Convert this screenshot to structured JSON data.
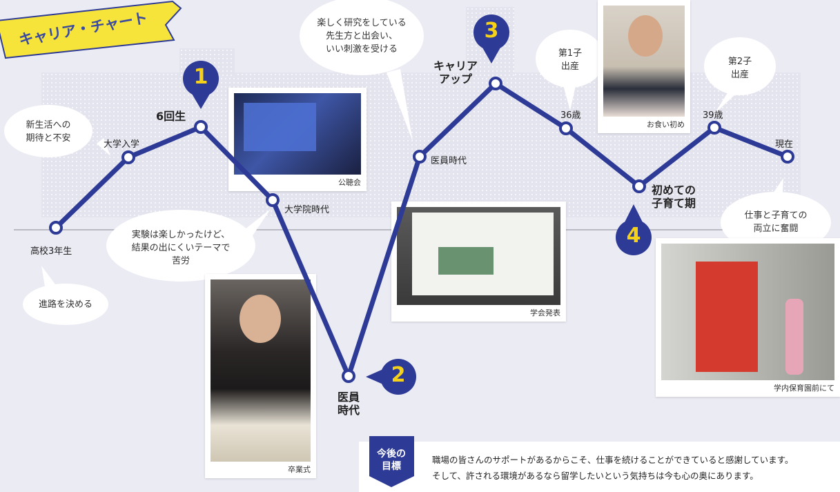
{
  "title": "キャリア・チャート",
  "colors": {
    "line": "#2d3a96",
    "yellow": "#f7e43a",
    "numeral": "#f5d118",
    "bg": "#ebebf4"
  },
  "steps": [
    "1",
    "2",
    "3",
    "4"
  ],
  "points": {
    "hs": "高校3年生",
    "uni": "大学入学",
    "sixth": "6回生",
    "grad": "大学院時代",
    "doctor_low": "医員\n時代",
    "doctor": "医員時代",
    "careerup": "キャリア\nアップ",
    "age36": "36歳",
    "childcare": "初めての\n子育て期",
    "age39": "39歳",
    "now": "現在"
  },
  "bubbles": {
    "newlife": "新生活への\n期待と不安",
    "career_path": "進路を決める",
    "experiment": "実験は楽しかったけど、\n結果の出にくいテーマで\n苦労",
    "research": "楽しく研究をしている\n先生方と出会い、\nいい刺激を受ける",
    "child1": "第1子\n出産",
    "child2": "第2子\n出産",
    "balance": "仕事と子育ての\n両立に奮闘"
  },
  "photos": {
    "lecture": "公聴会",
    "graduation": "卒業式",
    "conference": "学会発表",
    "weaning": "お食い初め",
    "nursery": "学内保育園前にて"
  },
  "goal": {
    "label": "今後の\n目標",
    "line1": "職場の皆さんのサポートがあるからこそ、仕事を続けることができていると感謝しています。",
    "line2": "そして、許される環境があるなら留学したいという気持ちは今も心の奥にあります。"
  }
}
